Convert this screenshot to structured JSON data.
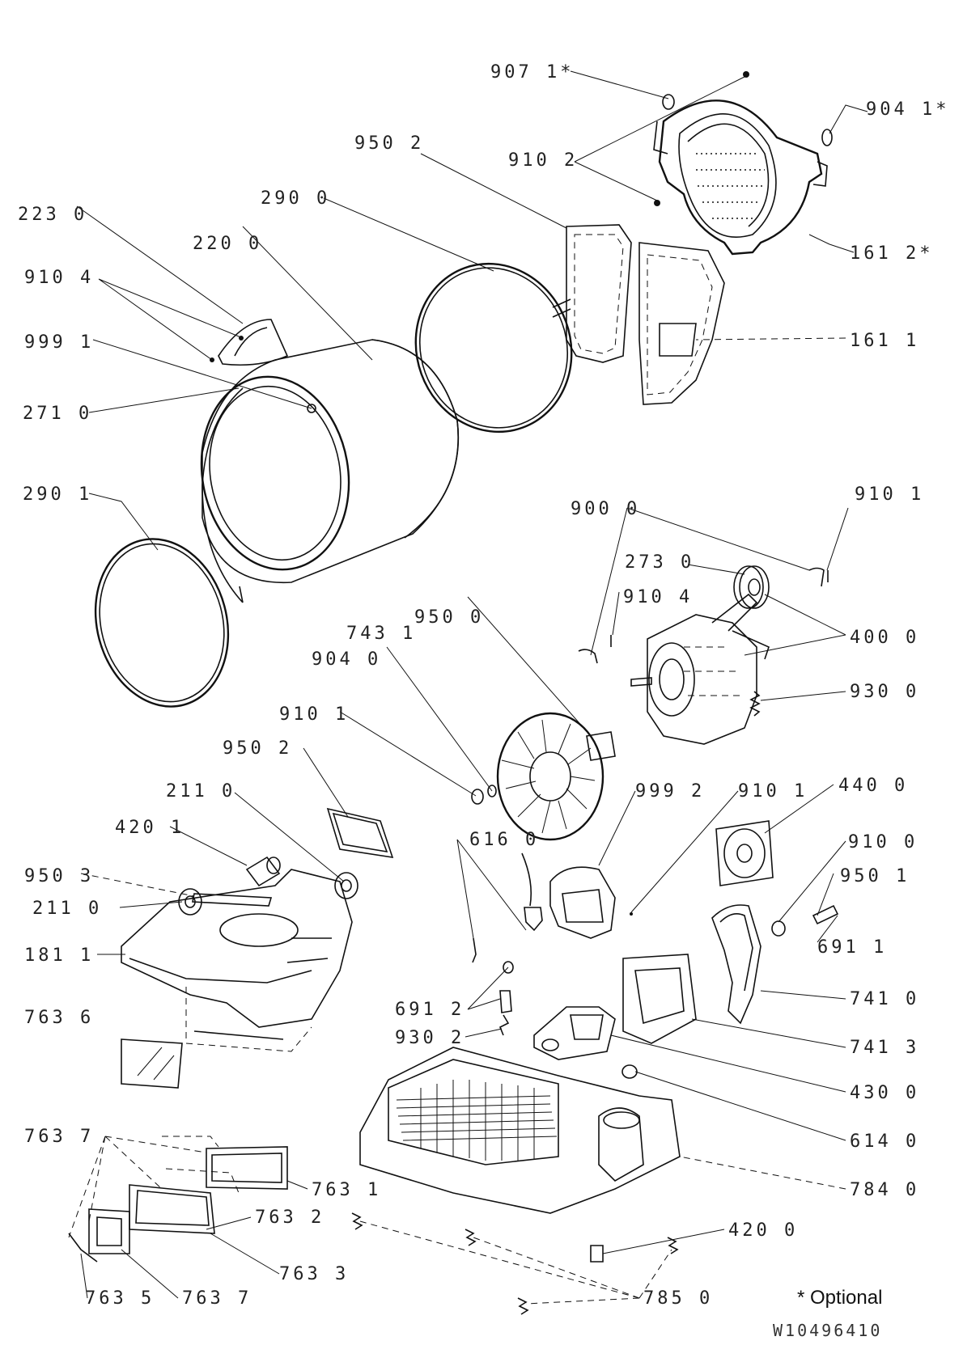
{
  "labels": {
    "l9071": "907 1*",
    "l9041": "904 1*",
    "l9502a": "950 2",
    "l9102a": "910 2",
    "l1612": "161 2*",
    "l2900": "290 0",
    "l2230": "223 0",
    "l2200": "220 0",
    "l9104a": "910 4",
    "l9991": "999 1",
    "l1611": "161 1",
    "l2710": "271 0",
    "l2901": "290 1",
    "l9000": "900 0",
    "l9101a": "910 1",
    "l2730": "273 0",
    "l9104b": "910 4",
    "l9500": "950 0",
    "l4000": "400 0",
    "l7431": "743 1",
    "l9040": "904 0",
    "l9101b": "910 1",
    "l9300": "930 0",
    "l9502b": "950 2",
    "l9992": "999 2",
    "l9101c": "910 1",
    "l4400": "440 0",
    "l2110a": "211 0",
    "l4201": "420 1",
    "l6160": "616 0",
    "l9100": "910 0",
    "l9503": "950 3",
    "l9501": "950 1",
    "l2110b": "211 0",
    "l6911": "691 1",
    "l1811": "181 1",
    "l7410": "741 0",
    "l6912": "691 2",
    "l9302": "930 2",
    "l7413": "741 3",
    "l7636": "763 6",
    "l4300": "430 0",
    "l6140": "614 0",
    "l7631": "763 1",
    "l7841": "784 0",
    "l7632": "763 2",
    "l7633": "763 3",
    "l7637": "763 7",
    "l7635": "763 5",
    "l4200": "420 0",
    "l7850": "785 0"
  },
  "footnote": "* Optional",
  "drawing_code": "W10496410"
}
